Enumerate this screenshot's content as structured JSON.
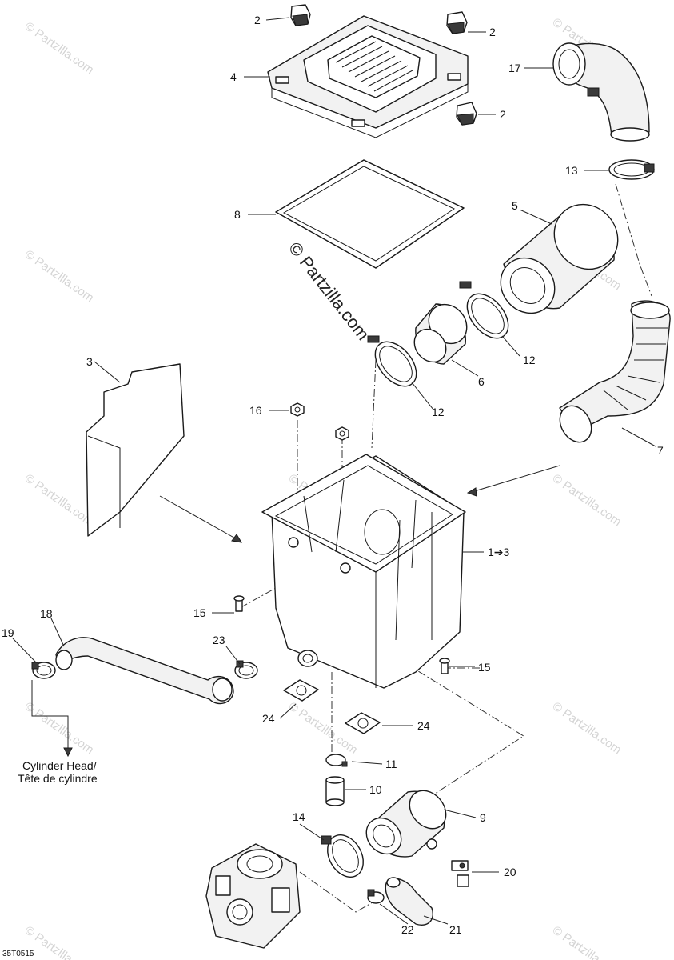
{
  "diagram": {
    "document_code": "35T0515",
    "watermark_text": "© Partzilla.com",
    "center_watermark": "© Partzilla.com",
    "cylinder_head_note": [
      "Cylinder Head/",
      "Tête de cylindre"
    ],
    "callouts": {
      "c2a": "2",
      "c2b": "2",
      "c2c": "2",
      "c4": "4",
      "c17": "17",
      "c13": "13",
      "c8": "8",
      "c5": "5",
      "c6": "6",
      "c12a": "12",
      "c12b": "12",
      "c3": "3",
      "c16": "16",
      "c7": "7",
      "c1": "1➔3",
      "c15a": "15",
      "c15b": "15",
      "c18": "18",
      "c19": "19",
      "c23": "23",
      "c24a": "24",
      "c24b": "24",
      "c11": "11",
      "c10": "10",
      "c14": "14",
      "c9": "9",
      "c20": "20",
      "c22": "22",
      "c21": "21"
    }
  }
}
